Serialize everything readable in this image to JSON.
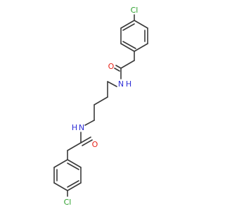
{
  "molecule": {
    "atoms": {
      "cl_top": "Cl",
      "o_top": "O",
      "n_top": "N",
      "h_top": "H",
      "h_bottom": "H",
      "n_bottom": "N",
      "o_bottom": "O",
      "cl_bottom": "Cl"
    },
    "colors": {
      "bond": "#3a3a3a",
      "carbon": "#3a3a3a",
      "chlorine": "#2ca02c",
      "oxygen": "#e8251b",
      "nitrogen": "#2f2fd6"
    }
  }
}
